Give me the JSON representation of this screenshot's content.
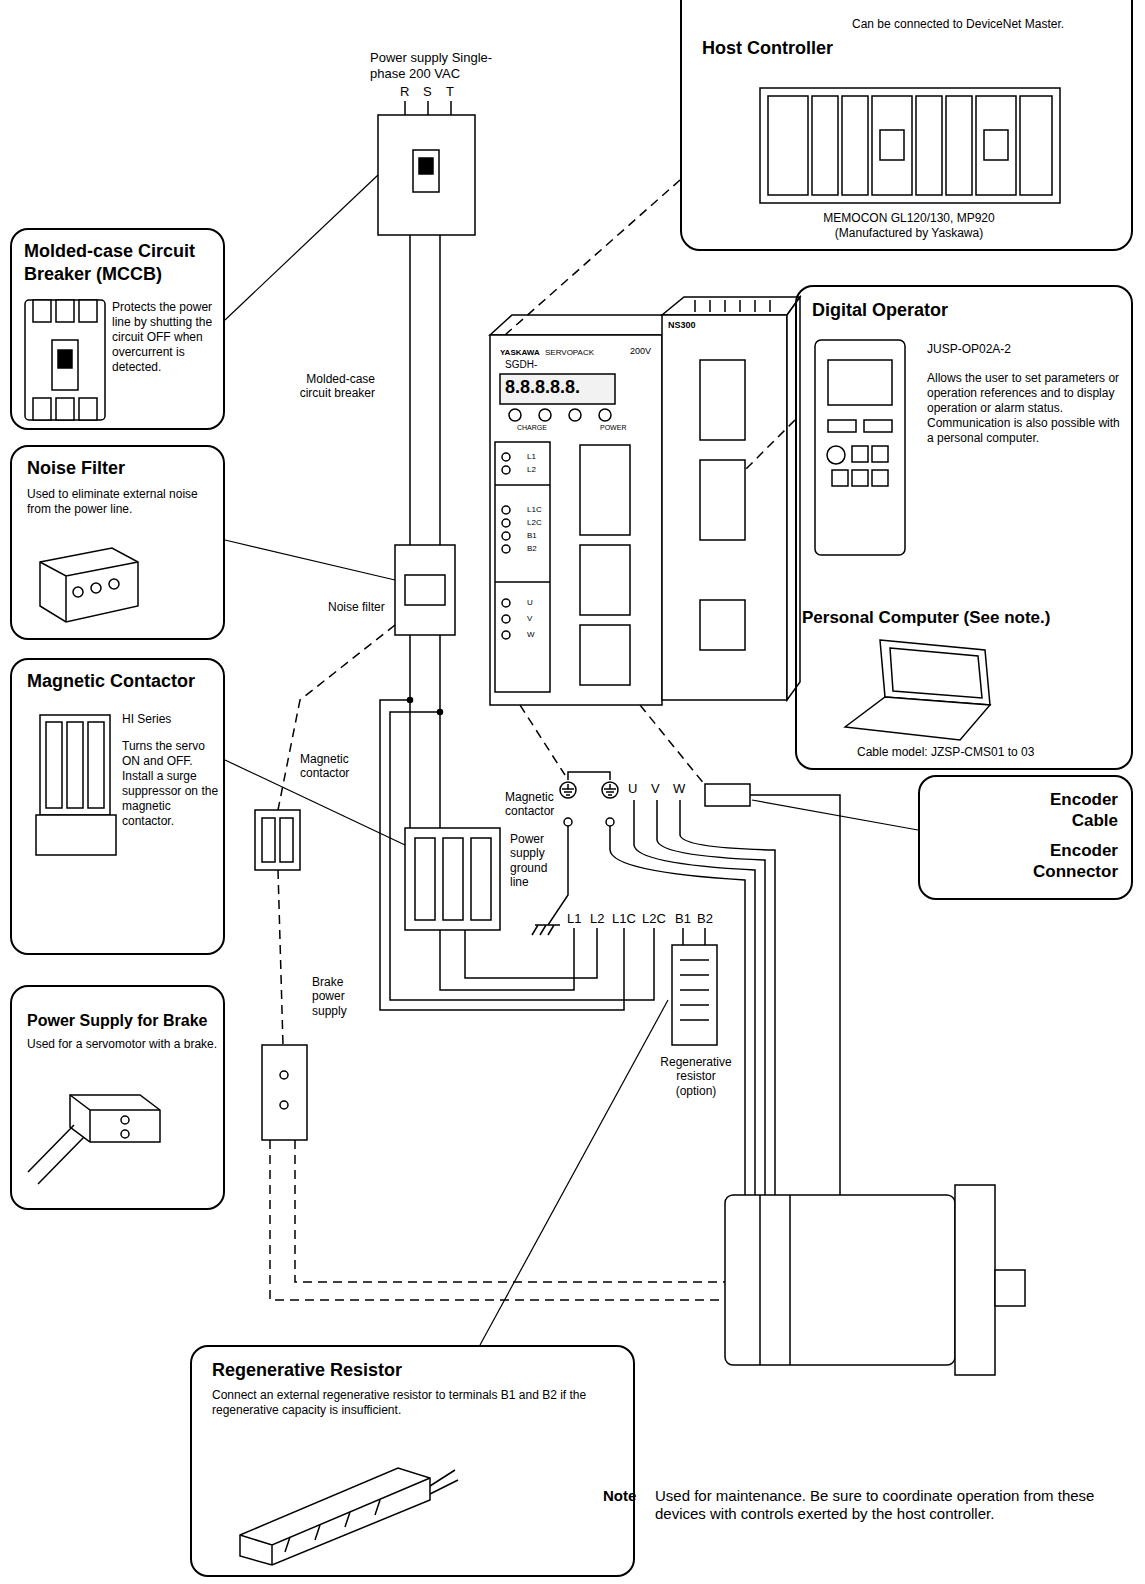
{
  "diagram": {
    "nodes": [
      {
        "text": [
          "Host Controller",
          "Can be connected to DeviceNet Master.",
          "MEMOCON GL120/130, MP920 (Manufactured by Yaskawa)"
        ]
      },
      {
        "text": [
          "Molded-case Circuit Breaker (MCCB)",
          "Protects the power line by shutting the circuit OFF when overcurrent is detected."
        ]
      },
      {
        "text": [
          "Digital Operator",
          "JUSP-OP02A-2",
          "Allows the user to set parameters or operation references and to display operation or alarm status. Communication is also possible with a personal computer.",
          "Personal Computer (See note.)",
          "Cable model: JZSP-CMS01 to 03"
        ]
      },
      {
        "text": [
          "Noise Filter",
          "Used to eliminate external noise from the power line."
        ]
      },
      {
        "text": [
          "Magnetic Contactor",
          "HI Series",
          "Turns the servo ON and OFF. Install a surge suppressor on the magnetic contactor."
        ]
      },
      {
        "text": [
          "Encoder Cable",
          "Encoder Connector"
        ]
      },
      {
        "text": [
          "Power Supply for Brake",
          "Used for a servomotor with a brake."
        ]
      },
      {
        "text": [
          "Regenerative Resistor",
          "Connect an external regenerative resistor to terminals B1 and B2 if the regenerative capacity is insufficient."
        ]
      }
    ],
    "labels": [
      "Power supply Single-phase 200 VAC",
      "R",
      "S",
      "T",
      "Molded-case circuit breaker",
      "Noise filter",
      "Magnetic contactor",
      "Magnetic contactor",
      "Brake power supply",
      "Power supply ground line",
      "U",
      "V",
      "W",
      "L1",
      "L2",
      "L1C",
      "L2C",
      "B1",
      "B2",
      "Regenerative resistor (option)",
      "Note",
      "Used for maintenance. Be sure to coordinate operation from these devices with controls exerted by the host controller.",
      "YASKAWA",
      "SERVOPACK",
      "200V",
      "SGDH-",
      "8.8.8.8.8.",
      "CHARGE",
      "POWER",
      "NS300",
      "L1",
      "L2",
      "L1C",
      "L2C",
      "B1",
      "B2",
      "U",
      "V",
      "W"
    ]
  }
}
